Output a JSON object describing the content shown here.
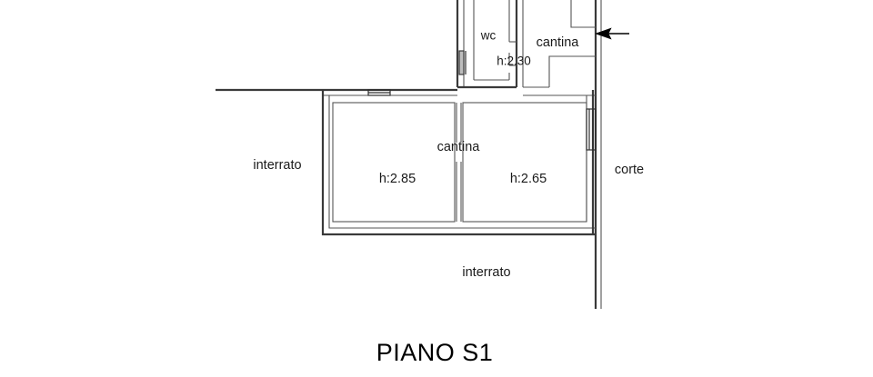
{
  "document": {
    "title": "PIANO S1",
    "drawing_type": "floor-plan",
    "language": "it"
  },
  "title_block": {
    "label": "PIANO S1"
  },
  "labels": {
    "wc": "wc",
    "wc_height": "h:2.30",
    "cantina_top": "cantina",
    "cantina_main": "cantina",
    "cantina_left_height": "h:2.85",
    "cantina_right_height": "h:2.65",
    "interrato_left": "interrato",
    "interrato_bottom": "interrato",
    "corte": "corte"
  },
  "rooms": [
    {
      "name": "wc",
      "label": "wc",
      "height_label": "h:2.30",
      "height_m": 2.3,
      "position": "top-center"
    },
    {
      "name": "cantina-top",
      "label": "cantina",
      "height_label": "h:2.30",
      "position": "top-right"
    },
    {
      "name": "cantina-left",
      "label": "cantina",
      "height_label": "h:2.85",
      "height_m": 2.85,
      "position": "center-left"
    },
    {
      "name": "cantina-right",
      "label": "",
      "height_label": "h:2.65",
      "height_m": 2.65,
      "position": "center-right"
    }
  ],
  "exterior_areas": [
    {
      "name": "interrato-left",
      "label": "interrato",
      "position": "left"
    },
    {
      "name": "interrato-bottom",
      "label": "interrato",
      "position": "bottom"
    },
    {
      "name": "corte",
      "label": "corte",
      "position": "right"
    }
  ],
  "annotations": {
    "entrance_arrow": {
      "name": "entrance-arrow",
      "direction": "left",
      "description": "entrance direction arrow on right wall"
    }
  },
  "colors": {
    "background": "#ffffff",
    "wall": "#3a3a3a",
    "wall_light": "#555555",
    "text": "#1a1a1a",
    "title": "#000000",
    "opening_fill": "#bdbdbd"
  }
}
